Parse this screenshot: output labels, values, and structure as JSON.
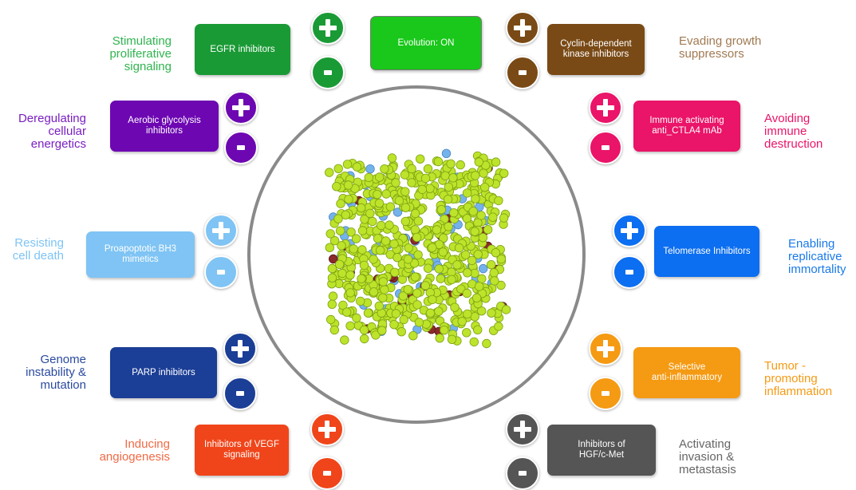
{
  "evolution": {
    "label": "Evolution: ON",
    "color": "#19c81a"
  },
  "hallmarks": [
    {
      "id": "proliferative",
      "label": "Stimulating\nproliferative\nsignaling",
      "drug": "EGFR inhibitors",
      "color": "#1a9a35",
      "text_color": "#2fb44f",
      "side": "left"
    },
    {
      "id": "energetics",
      "label": "Deregulating\ncellular\nenergetics",
      "drug": "Aerobic glycolysis\ninhibitors",
      "color": "#6d07b2",
      "text_color": "#7a1ec0",
      "side": "left"
    },
    {
      "id": "cell-death",
      "label": "Resisting\ncell death",
      "drug": "Proapoptotic BH3\nmimetics",
      "color": "#7fc4f4",
      "text_color": "#7fc4f4",
      "side": "left"
    },
    {
      "id": "genome",
      "label": "Genome\ninstability &\nmutation",
      "drug": "PARP inhibitors",
      "color": "#1b3e96",
      "text_color": "#2a4aa0",
      "side": "left"
    },
    {
      "id": "angiogenesis",
      "label": "Inducing\nangiogenesis",
      "drug": "Inhibitors of VEGF\nsignaling",
      "color": "#f0451a",
      "text_color": "#f26a45",
      "side": "left"
    },
    {
      "id": "growth-suppressors",
      "label": "Evading growth\nsuppressors",
      "drug": "Cyclin-dependent\nkinase inhibitors",
      "color": "#7a4a16",
      "text_color": "#a07a52",
      "side": "right"
    },
    {
      "id": "immune",
      "label": "Avoiding\nimmune\ndestruction",
      "drug": "Immune activating\nanti_CTLA4 mAb",
      "color": "#ea1468",
      "text_color": "#ea1468",
      "side": "right"
    },
    {
      "id": "immortality",
      "label": "Enabling\nreplicative\nimmortality",
      "drug": "Telomerase Inhibitors",
      "color": "#0c6ef0",
      "text_color": "#1a7ae8",
      "side": "right"
    },
    {
      "id": "inflammation",
      "label": "Tumor -\npromoting\ninflammation",
      "drug": "Selective\nanti-inflammatory",
      "color": "#f59a13",
      "text_color": "#f59a13",
      "side": "right"
    },
    {
      "id": "invasion",
      "label": "Activating\ninvasion &\nmetastasis",
      "drug": "Inhibitors of\nHGF/c-Met",
      "color": "#555555",
      "text_color": "#666666",
      "side": "right"
    }
  ],
  "icons": {
    "plus": "plus-icon",
    "minus": "minus-icon"
  },
  "cells": {
    "counts": {
      "healthy": 620,
      "blue": 55,
      "mutant": 28
    },
    "colors": {
      "healthy": "#bde32b",
      "healthy_edge": "#7da312",
      "blue": "#74b2ec",
      "mutant": "#8a2a2a"
    }
  }
}
